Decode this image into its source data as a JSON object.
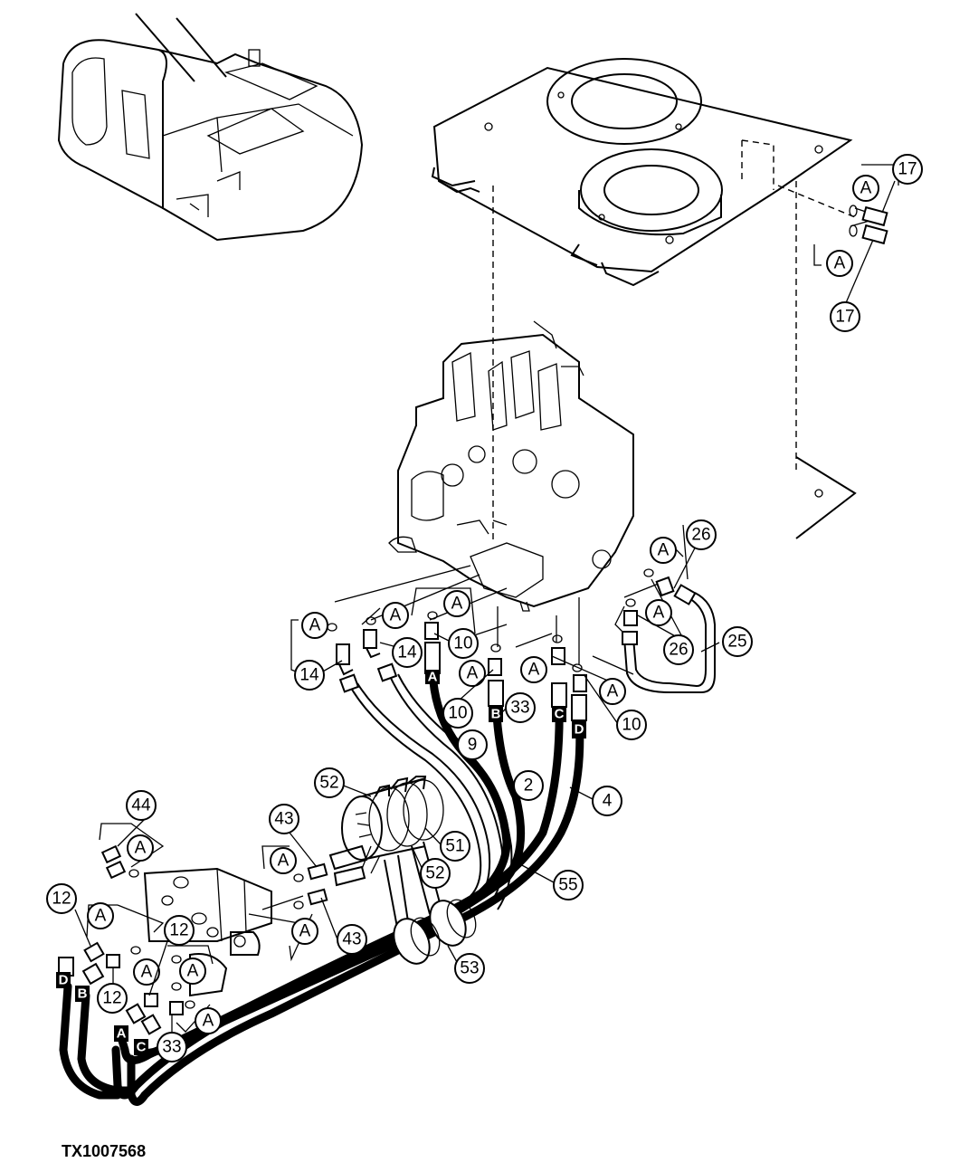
{
  "figure_id": "TX1007568",
  "callouts": {
    "c17a": "17",
    "c17b": "17",
    "c26a": "26",
    "c26b": "26",
    "c25": "25",
    "c14a": "14",
    "c14b": "14",
    "c10a": "10",
    "c10b": "10",
    "c10c": "10",
    "c33a": "33",
    "c33b": "33",
    "c9": "9",
    "c2": "2",
    "c4": "4",
    "c52a": "52",
    "c52b": "52",
    "c51": "51",
    "c55": "55",
    "c53": "53",
    "c44": "44",
    "c43a": "43",
    "c43b": "43",
    "c12a": "12",
    "c12b": "12",
    "c12c": "12"
  },
  "ref_letter": "A",
  "hose_letters": {
    "A": "A",
    "B": "B",
    "C": "C",
    "D": "D"
  }
}
